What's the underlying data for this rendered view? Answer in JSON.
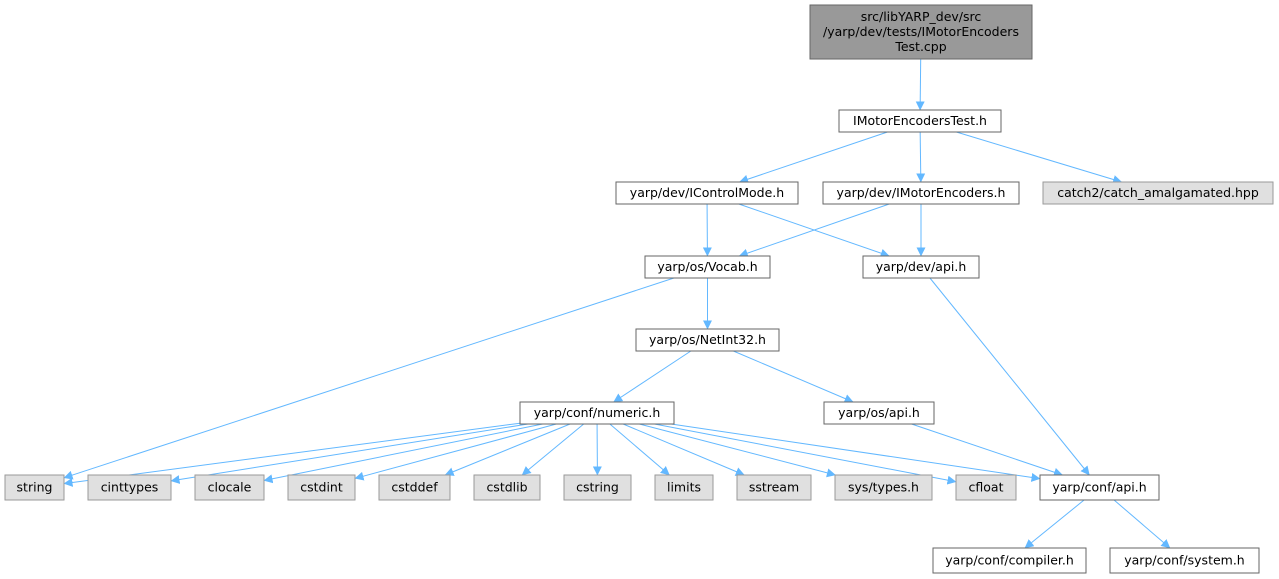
{
  "colors": {
    "root_fill": "#999999",
    "node_fill": "#ffffff",
    "external_fill": "#e0e0e0",
    "border": "#666666",
    "external_border": "#999999",
    "edge": "#63b8ff",
    "text": "#000000"
  },
  "nodes": [
    {
      "id": "root",
      "lines": [
        "src/libYARP_dev/src",
        "/yarp/dev/tests/IMotorEncoders",
        "Test.cpp"
      ],
      "kind": "root"
    },
    {
      "id": "test_h",
      "lines": [
        "IMotorEncodersTest.h"
      ],
      "kind": "file"
    },
    {
      "id": "icontrolmode",
      "lines": [
        "yarp/dev/IControlMode.h"
      ],
      "kind": "file"
    },
    {
      "id": "imotorencoders",
      "lines": [
        "yarp/dev/IMotorEncoders.h"
      ],
      "kind": "file"
    },
    {
      "id": "catch2",
      "lines": [
        "catch2/catch_amalgamated.hpp"
      ],
      "kind": "external"
    },
    {
      "id": "vocab",
      "lines": [
        "yarp/os/Vocab.h"
      ],
      "kind": "file"
    },
    {
      "id": "dev_api",
      "lines": [
        "yarp/dev/api.h"
      ],
      "kind": "file"
    },
    {
      "id": "netint32",
      "lines": [
        "yarp/os/NetInt32.h"
      ],
      "kind": "file"
    },
    {
      "id": "numeric",
      "lines": [
        "yarp/conf/numeric.h"
      ],
      "kind": "file"
    },
    {
      "id": "os_api",
      "lines": [
        "yarp/os/api.h"
      ],
      "kind": "file"
    },
    {
      "id": "string",
      "lines": [
        "string"
      ],
      "kind": "external"
    },
    {
      "id": "cinttypes",
      "lines": [
        "cinttypes"
      ],
      "kind": "external"
    },
    {
      "id": "clocale",
      "lines": [
        "clocale"
      ],
      "kind": "external"
    },
    {
      "id": "cstdint",
      "lines": [
        "cstdint"
      ],
      "kind": "external"
    },
    {
      "id": "cstddef",
      "lines": [
        "cstddef"
      ],
      "kind": "external"
    },
    {
      "id": "cstdlib",
      "lines": [
        "cstdlib"
      ],
      "kind": "external"
    },
    {
      "id": "cstring",
      "lines": [
        "cstring"
      ],
      "kind": "external"
    },
    {
      "id": "limits",
      "lines": [
        "limits"
      ],
      "kind": "external"
    },
    {
      "id": "sstream",
      "lines": [
        "sstream"
      ],
      "kind": "external"
    },
    {
      "id": "systypes",
      "lines": [
        "sys/types.h"
      ],
      "kind": "external"
    },
    {
      "id": "cfloat",
      "lines": [
        "cfloat"
      ],
      "kind": "external"
    },
    {
      "id": "conf_api",
      "lines": [
        "yarp/conf/api.h"
      ],
      "kind": "file"
    },
    {
      "id": "compiler",
      "lines": [
        "yarp/conf/compiler.h"
      ],
      "kind": "file"
    },
    {
      "id": "system",
      "lines": [
        "yarp/conf/system.h"
      ],
      "kind": "file"
    }
  ],
  "edges": [
    [
      "root",
      "test_h"
    ],
    [
      "test_h",
      "icontrolmode"
    ],
    [
      "test_h",
      "imotorencoders"
    ],
    [
      "test_h",
      "catch2"
    ],
    [
      "icontrolmode",
      "vocab"
    ],
    [
      "icontrolmode",
      "dev_api"
    ],
    [
      "imotorencoders",
      "vocab"
    ],
    [
      "imotorencoders",
      "dev_api"
    ],
    [
      "vocab",
      "string"
    ],
    [
      "vocab",
      "netint32"
    ],
    [
      "dev_api",
      "conf_api"
    ],
    [
      "netint32",
      "numeric"
    ],
    [
      "netint32",
      "os_api"
    ],
    [
      "numeric",
      "string"
    ],
    [
      "numeric",
      "cinttypes"
    ],
    [
      "numeric",
      "clocale"
    ],
    [
      "numeric",
      "cstdint"
    ],
    [
      "numeric",
      "cstddef"
    ],
    [
      "numeric",
      "cstdlib"
    ],
    [
      "numeric",
      "cstring"
    ],
    [
      "numeric",
      "limits"
    ],
    [
      "numeric",
      "sstream"
    ],
    [
      "numeric",
      "systypes"
    ],
    [
      "numeric",
      "cfloat"
    ],
    [
      "numeric",
      "conf_api"
    ],
    [
      "os_api",
      "conf_api"
    ],
    [
      "conf_api",
      "compiler"
    ],
    [
      "conf_api",
      "system"
    ]
  ]
}
